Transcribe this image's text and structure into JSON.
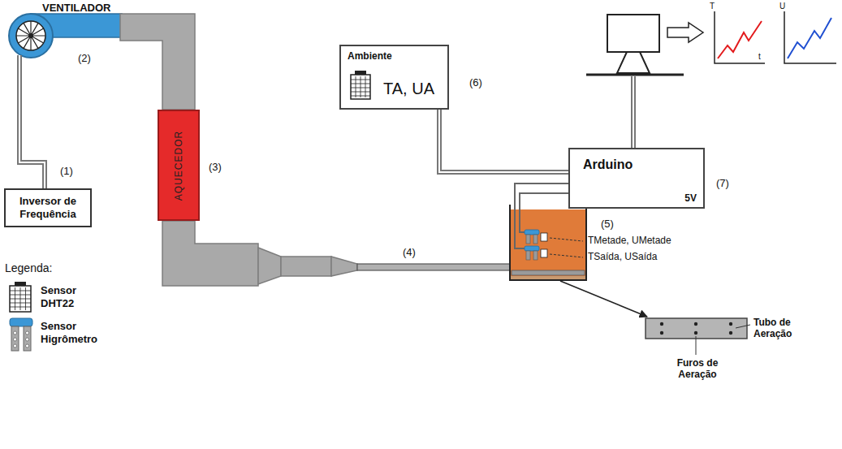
{
  "diagram": {
    "nodes": [
      {
        "text": [
          "VENTILADOR"
        ]
      },
      {
        "text": [
          "Inversor de Frequência"
        ]
      },
      {
        "text": [
          "AQUECEDOR"
        ]
      },
      {
        "text": [
          "Ambiente",
          "TA, UA"
        ]
      },
      {
        "text": [
          "Arduino",
          "5V"
        ]
      }
    ],
    "edges": [
      {
        "from": 1,
        "to": 0,
        "arrow": "none"
      },
      {
        "from": 3,
        "to": 4,
        "arrow": "none"
      }
    ],
    "labels": [
      "(1)",
      "(2)",
      "(3)",
      "(4)",
      "(5)",
      "(6)",
      "(7)",
      "Legenda:",
      "TMetade, UMetade",
      "TSaída, USaída",
      "T",
      "t",
      "U",
      "Tubo de Aeração",
      "Furos de Aeração"
    ],
    "legend": [
      {
        "text": "Sensor DHT22"
      },
      {
        "text": "Sensor Higrômetro"
      }
    ]
  }
}
